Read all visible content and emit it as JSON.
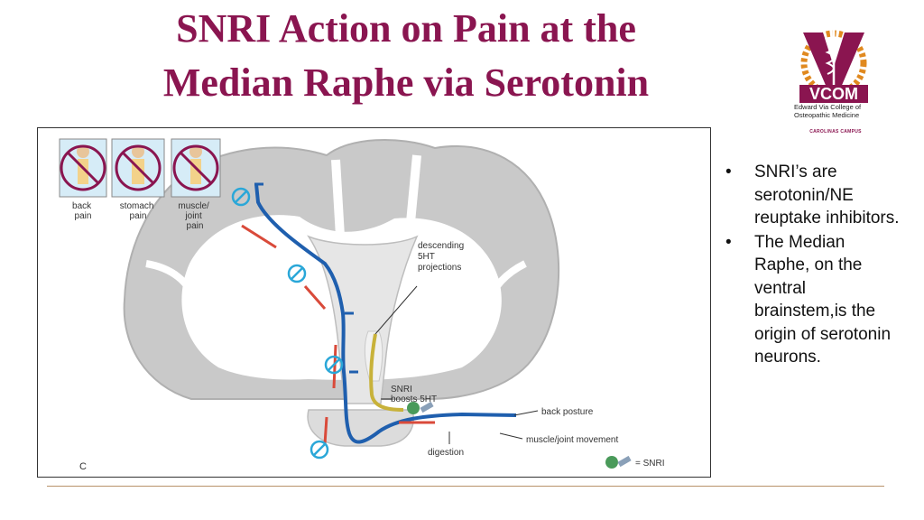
{
  "slide": {
    "title_line1": "SNRI Action on Pain at the",
    "title_line2": "Median Raphe via Serotonin"
  },
  "logo": {
    "wordmark": "VCOM",
    "name_line1": "Edward Via College of",
    "name_line2": "Osteopathic Medicine",
    "campus": "CAROLINAS CAMPUS"
  },
  "figure": {
    "pain_labels": {
      "back": [
        "back",
        "pain"
      ],
      "stomach": [
        "stomach",
        "pain"
      ],
      "muscle": [
        "muscle/",
        "joint",
        "pain"
      ]
    },
    "labels": {
      "descending": [
        "descending",
        "5HT",
        "projections"
      ],
      "snri_boost": [
        "SNRI",
        "boosts 5HT"
      ],
      "back_posture": "back posture",
      "muscle_joint": "muscle/joint movement",
      "digestion": "digestion",
      "panel": "C",
      "legend": "= SNRI"
    },
    "colors": {
      "descending_pathway": "#c8b23a",
      "ascending_pathway": "#1f5fae",
      "inhibition_arrow": "#d94a3a",
      "brain_tissue": "#c9c9c9",
      "prohibition_ring": "#8a1550",
      "blocked_synapse": "#2aa7d8"
    }
  },
  "bullets": [
    "SNRI’s are serotonin/NE reuptake inhibitors.",
    "The Median Raphe, on the ventral brainstem,is the origin of serotonin neurons."
  ]
}
